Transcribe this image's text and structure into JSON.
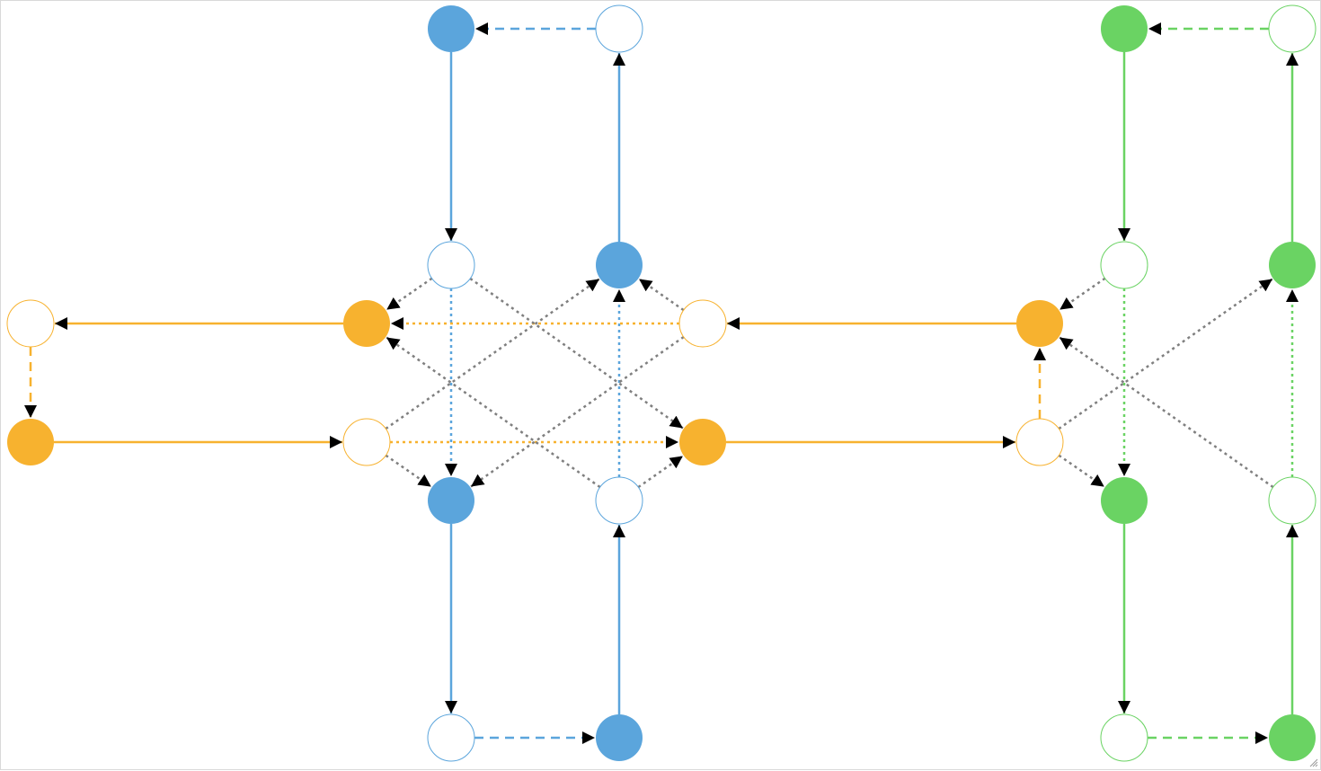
{
  "colors": {
    "blue": "#5ba5dc",
    "green": "#6ad363",
    "orange": "#f7b22f",
    "gray": "#7f7f7f",
    "arrow": "#000000",
    "canvas_bg": "#ffffff",
    "border": "#d9d9d9"
  },
  "diagram": {
    "nodes": [
      {
        "id": "b1",
        "color": "blue",
        "filled": true
      },
      {
        "id": "b2",
        "color": "blue",
        "filled": false
      },
      {
        "id": "b3",
        "color": "blue",
        "filled": false
      },
      {
        "id": "b4",
        "color": "blue",
        "filled": true
      },
      {
        "id": "b5",
        "color": "blue",
        "filled": true
      },
      {
        "id": "b6",
        "color": "blue",
        "filled": false
      },
      {
        "id": "b7",
        "color": "blue",
        "filled": false
      },
      {
        "id": "b8",
        "color": "blue",
        "filled": true
      },
      {
        "id": "g1",
        "color": "green",
        "filled": true
      },
      {
        "id": "g2",
        "color": "green",
        "filled": false
      },
      {
        "id": "g3",
        "color": "green",
        "filled": false
      },
      {
        "id": "g4",
        "color": "green",
        "filled": true
      },
      {
        "id": "g5",
        "color": "green",
        "filled": true
      },
      {
        "id": "g6",
        "color": "green",
        "filled": false
      },
      {
        "id": "g7",
        "color": "green",
        "filled": false
      },
      {
        "id": "g8",
        "color": "green",
        "filled": true
      },
      {
        "id": "o1",
        "color": "orange",
        "filled": false
      },
      {
        "id": "o2",
        "color": "orange",
        "filled": true
      },
      {
        "id": "o3",
        "color": "orange",
        "filled": false
      },
      {
        "id": "o4",
        "color": "orange",
        "filled": true
      },
      {
        "id": "o5",
        "color": "orange",
        "filled": true
      },
      {
        "id": "o6",
        "color": "orange",
        "filled": false
      },
      {
        "id": "o7",
        "color": "orange",
        "filled": true
      },
      {
        "id": "o8",
        "color": "orange",
        "filled": false
      }
    ],
    "edges": [
      {
        "from": "b2",
        "to": "b1",
        "color": "blue",
        "style": "dashed"
      },
      {
        "from": "b1",
        "to": "b3",
        "color": "blue",
        "style": "solid"
      },
      {
        "from": "b4",
        "to": "b2",
        "color": "blue",
        "style": "solid"
      },
      {
        "from": "b3",
        "to": "b5",
        "color": "blue",
        "style": "dotted"
      },
      {
        "from": "b6",
        "to": "b4",
        "color": "blue",
        "style": "dotted"
      },
      {
        "from": "b5",
        "to": "b7",
        "color": "blue",
        "style": "solid"
      },
      {
        "from": "b8",
        "to": "b6",
        "color": "blue",
        "style": "solid"
      },
      {
        "from": "b7",
        "to": "b8",
        "color": "blue",
        "style": "dashed"
      },
      {
        "from": "g2",
        "to": "g1",
        "color": "green",
        "style": "dashed"
      },
      {
        "from": "g1",
        "to": "g3",
        "color": "green",
        "style": "solid"
      },
      {
        "from": "g4",
        "to": "g2",
        "color": "green",
        "style": "solid"
      },
      {
        "from": "g3",
        "to": "g5",
        "color": "green",
        "style": "dotted"
      },
      {
        "from": "g6",
        "to": "g4",
        "color": "green",
        "style": "dotted"
      },
      {
        "from": "g5",
        "to": "g7",
        "color": "green",
        "style": "solid"
      },
      {
        "from": "g8",
        "to": "g6",
        "color": "green",
        "style": "solid"
      },
      {
        "from": "g7",
        "to": "g8",
        "color": "green",
        "style": "dashed"
      },
      {
        "from": "o2",
        "to": "o1",
        "color": "orange",
        "style": "solid"
      },
      {
        "from": "o1",
        "to": "o4",
        "color": "orange",
        "style": "dashed"
      },
      {
        "from": "o4",
        "to": "o6",
        "color": "orange",
        "style": "solid"
      },
      {
        "from": "o3",
        "to": "o2",
        "color": "orange",
        "style": "dotted"
      },
      {
        "from": "o6",
        "to": "o7",
        "color": "orange",
        "style": "dotted"
      },
      {
        "from": "o5",
        "to": "o3",
        "color": "orange",
        "style": "solid"
      },
      {
        "from": "o7",
        "to": "o8",
        "color": "orange",
        "style": "solid"
      },
      {
        "from": "o8",
        "to": "o5",
        "color": "orange",
        "style": "dashed"
      },
      {
        "from": "b3",
        "to": "o2",
        "color": "gray",
        "style": "dotted"
      },
      {
        "from": "b3",
        "to": "o7",
        "color": "gray",
        "style": "dotted"
      },
      {
        "from": "o6",
        "to": "b4",
        "color": "gray",
        "style": "dotted"
      },
      {
        "from": "o6",
        "to": "b5",
        "color": "gray",
        "style": "dotted"
      },
      {
        "from": "o3",
        "to": "b4",
        "color": "gray",
        "style": "dotted"
      },
      {
        "from": "o3",
        "to": "b5",
        "color": "gray",
        "style": "dotted"
      },
      {
        "from": "b6",
        "to": "o2",
        "color": "gray",
        "style": "dotted"
      },
      {
        "from": "b6",
        "to": "o7",
        "color": "gray",
        "style": "dotted"
      },
      {
        "from": "g3",
        "to": "o5",
        "color": "gray",
        "style": "dotted"
      },
      {
        "from": "o8",
        "to": "g4",
        "color": "gray",
        "style": "dotted"
      },
      {
        "from": "o8",
        "to": "g5",
        "color": "gray",
        "style": "dotted"
      },
      {
        "from": "g6",
        "to": "o5",
        "color": "gray",
        "style": "dotted"
      }
    ]
  }
}
